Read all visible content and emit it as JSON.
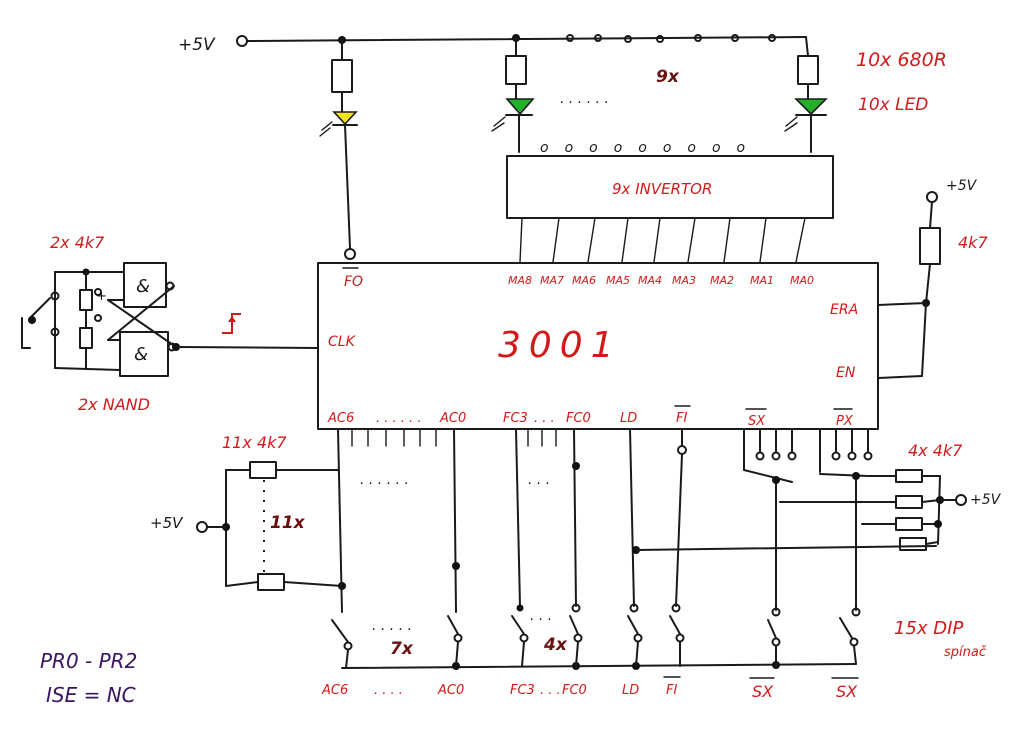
{
  "labels": {
    "supply_top": "+5V",
    "supply_right": "+5V",
    "supply_bottom_right": "+5V",
    "supply_left": "+5V",
    "resistors_top": "10x 680R",
    "leds_top": "10x LED",
    "led_count": "9x",
    "inverter": "9x INVERTOR",
    "pullup_en": "4k7",
    "chip": "3001",
    "chip_pins": {
      "fo": "FO",
      "clk": "CLK",
      "era": "ERA",
      "en": "EN",
      "ma": [
        "MA8",
        "MA7",
        "MA6",
        "MA5",
        "MA4",
        "MA3",
        "MA2",
        "MA1",
        "MA0"
      ],
      "ac_start": "AC6",
      "ac_end": "AC0",
      "fc_start": "FC3",
      "fc_end": "FC0",
      "ld": "LD",
      "fi": "FI",
      "sx": "SX",
      "px": "PX"
    },
    "debounce_resistors": "2x 4k7",
    "debounce_gates": "2x NAND",
    "gate_symbol": "&",
    "pullups_left": "11x 4k7",
    "pullups_left_count": "11x",
    "pullups_right": "4x 4k7",
    "ac_switch_count": "7x",
    "fc_switch_count": "4x",
    "dip_switches_line1": "15x DIP",
    "dip_switches_line2": "spínač",
    "bottom_labels": {
      "ac_start": "AC6",
      "ac_end": "AC0",
      "fc_start": "FC3",
      "fc_end": "FC0",
      "ld": "LD",
      "fi": "FI",
      "sx": "SX",
      "px": "SX"
    },
    "note_line1": "PR0 - PR2",
    "note_line2": "ISE = NC",
    "ellipsis": ". . . . . ."
  },
  "colors": {
    "ink": "#1a1a1a",
    "annotation_red": "#d21a1a",
    "led_green": "#22b02a",
    "led_yellow": "#f2e61a",
    "note_purple": "#3b1560"
  }
}
